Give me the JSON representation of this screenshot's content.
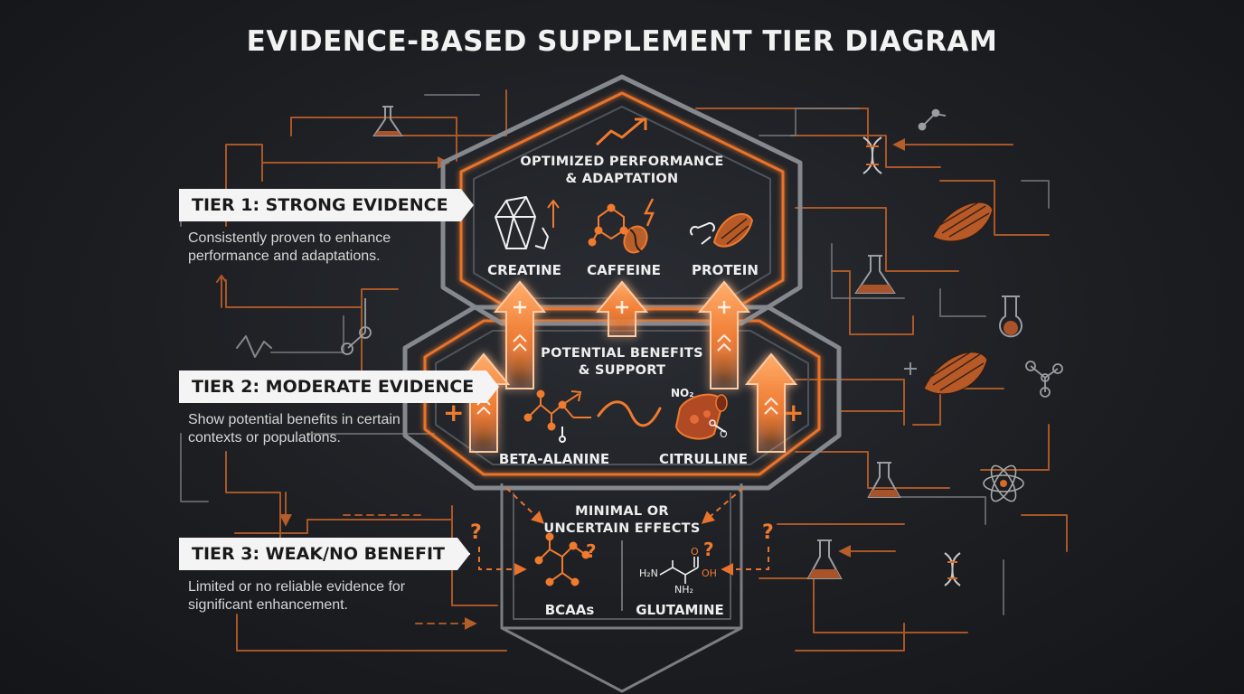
{
  "title": "EVIDENCE-BASED SUPPLEMENT TIER DIAGRAM",
  "colors": {
    "accent": "#f07a2e",
    "background": "#1d1f23",
    "frame": "#8a8d92",
    "tag": "#f4f4f4"
  },
  "tiers": [
    {
      "label": "TIER 1: STRONG EVIDENCE",
      "description": "Consistently proven to enhance performance and adaptations."
    },
    {
      "label": "TIER 2: MODERATE EVIDENCE",
      "description": "Show potential benefits in certain contexts or populations."
    },
    {
      "label": "TIER 3: WEAK/NO BENEFIT",
      "description": "Limited or no reliable evidence for significant enhancement."
    }
  ],
  "top": {
    "caption_1": "OPTIMIZED PERFORMANCE",
    "caption_2": "& ADAPTATION",
    "items": [
      {
        "label": "CREATINE",
        "icon": "crystal-icon"
      },
      {
        "label": "CAFFEINE",
        "icon": "coffee-bean-molecule-icon"
      },
      {
        "label": "PROTEIN",
        "icon": "muscle-chain-icon"
      }
    ]
  },
  "middle": {
    "caption_1": "POTENTIAL BENEFITS",
    "caption_2": "& SUPPORT",
    "items": [
      {
        "label": "BETA-ALANINE",
        "icon": "molecule-icon"
      },
      {
        "label": "CITRULLINE",
        "icon": "blood-vessel-icon"
      }
    ],
    "no2_formula": "NO₂",
    "o_label": "O"
  },
  "bottom": {
    "caption_1": "MINIMAL OR",
    "caption_2": "UNCERTAIN EFFECTS",
    "items": [
      {
        "label": "BCAAs",
        "icon": "molecule-question-icon"
      },
      {
        "label": "GLUTAMINE",
        "icon": "amino-acid-structure-icon"
      }
    ],
    "glutamine_h2n": "H₂N",
    "glutamine_nh2": "NH₂",
    "glutamine_oh": "OH",
    "glutamine_o": "O"
  },
  "symbols": {
    "plus": "+",
    "question": "?"
  }
}
